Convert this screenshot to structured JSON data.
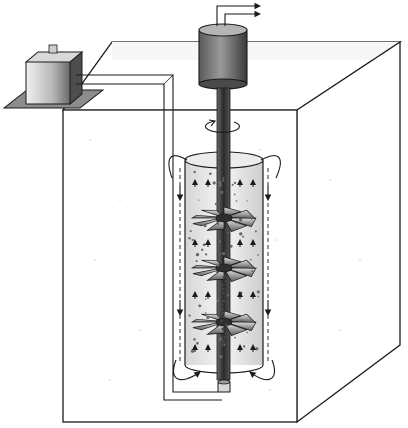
{
  "diagram": {
    "description_visible_text": [],
    "components": [
      "tank",
      "gas-supply-unit",
      "gas-feed-pipe",
      "motor",
      "output-arrows",
      "drive-shaft",
      "rotation-indicator",
      "draft-tube",
      "impeller-top",
      "impeller-middle",
      "impeller-bottom",
      "gas-sparger",
      "flow-arrows",
      "recirculation-arrows"
    ],
    "colors": {
      "line": "#1a1a1a",
      "tank_face": "#ffffff",
      "shadow": "#b9b9b9",
      "metal_dark": "#3a3a3a",
      "metal_mid": "#7a7a7a",
      "metal_light": "#d6d6d6",
      "tube_fill": "#e8e8e8"
    }
  }
}
